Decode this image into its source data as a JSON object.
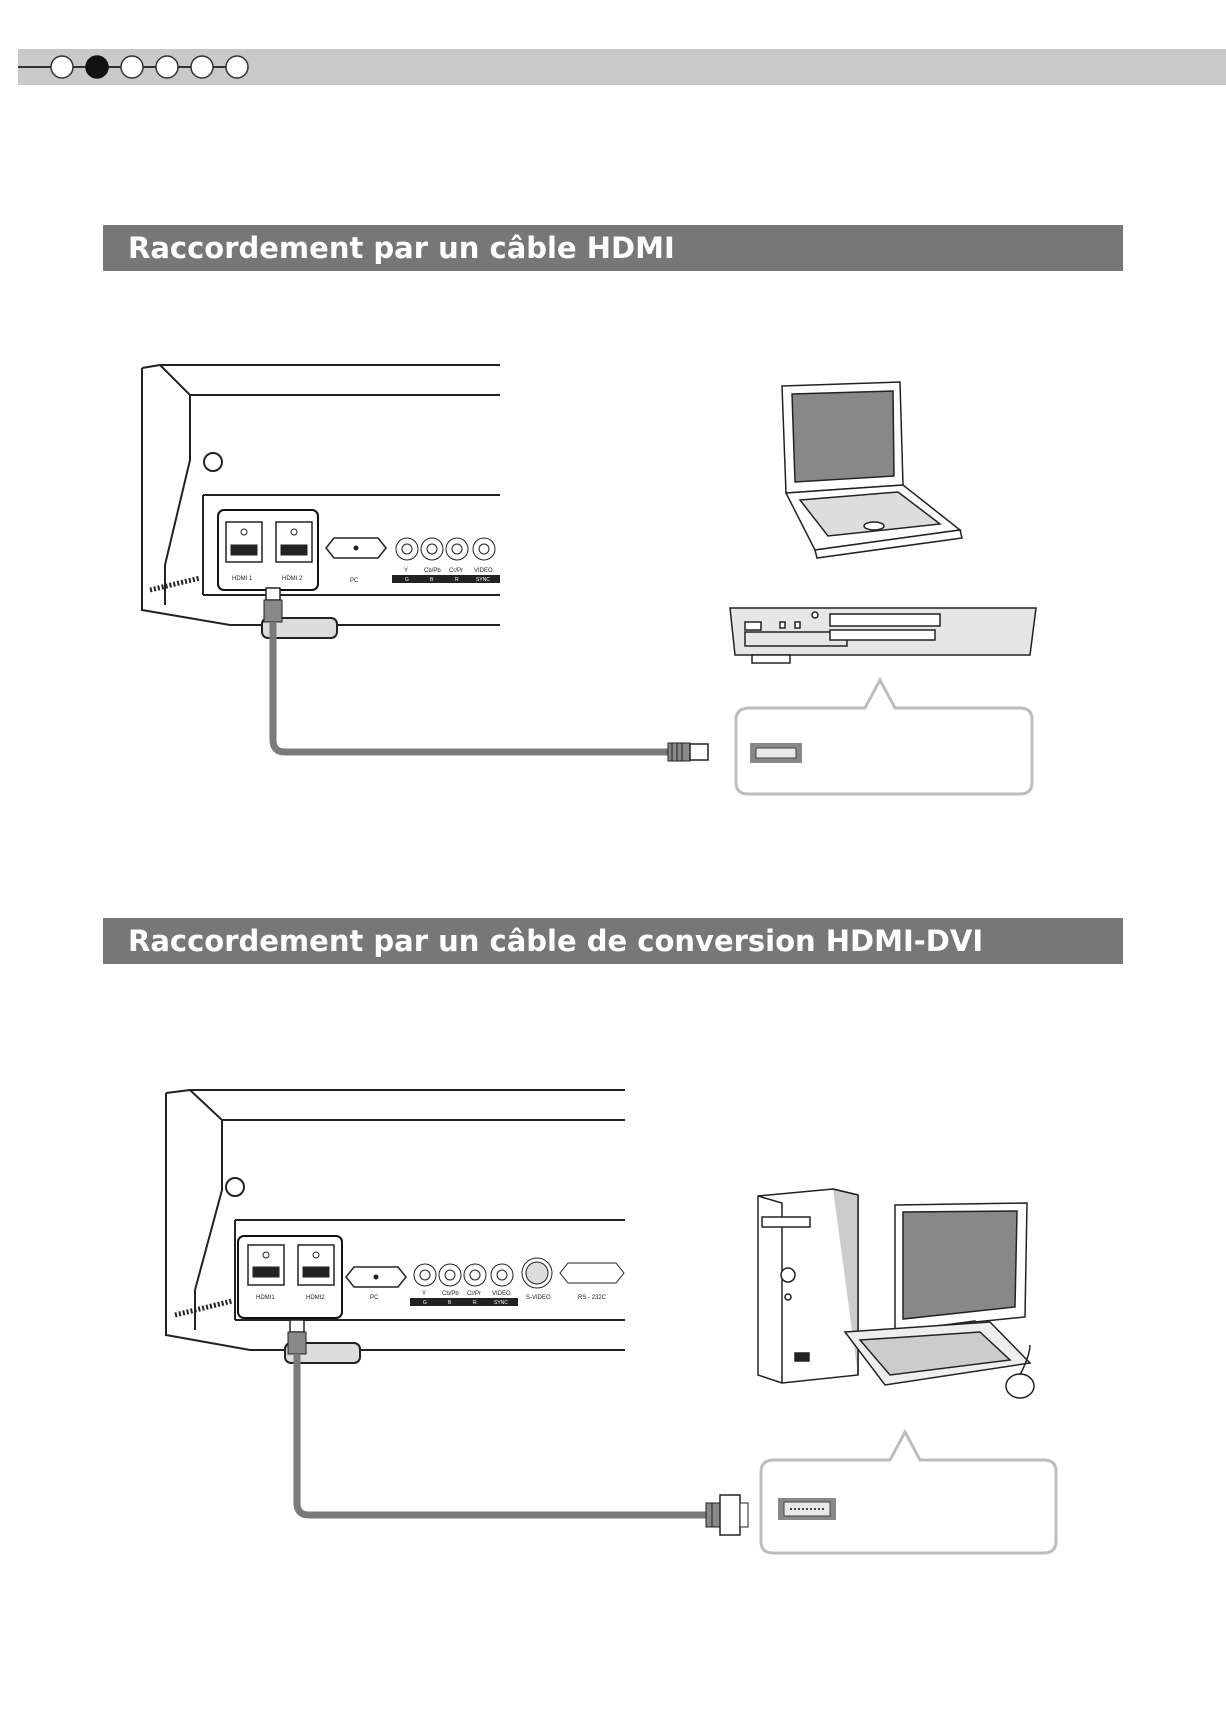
{
  "progress": {
    "total_steps": 6,
    "current_step": 2
  },
  "sections": [
    {
      "title": "Raccordement par un câble HDMI",
      "projector_ports": [
        "HDMI 1",
        "HDMI 2",
        "PC",
        "Y",
        "Cb/Pb",
        "Cr/Pr",
        "VIDEO"
      ],
      "projector_port_sublabels": [
        "G",
        "B",
        "R",
        "SYNC"
      ]
    },
    {
      "title": "Raccordement par un câble de conversion HDMI-DVI",
      "projector_ports": [
        "HDMI1",
        "HDMI2",
        "PC",
        "Y",
        "Cb/Pb",
        "Cr/Pr",
        "VIDEO",
        "S-VIDEO",
        "RS - 232C"
      ],
      "projector_port_sublabels": [
        "G",
        "B",
        "R",
        "SYNC"
      ]
    }
  ],
  "colors": {
    "header_bg": "#777777",
    "top_bar": "#c9c9c9",
    "cable": "#7a7a7a",
    "callout_border": "#bdbdbd"
  },
  "icons": [
    "laptop-icon",
    "dvd-player-icon",
    "desktop-computer-icon",
    "hdmi-port-icon",
    "dvi-port-icon",
    "hdmi-plug-icon",
    "dvi-plug-icon",
    "projector-icon"
  ]
}
